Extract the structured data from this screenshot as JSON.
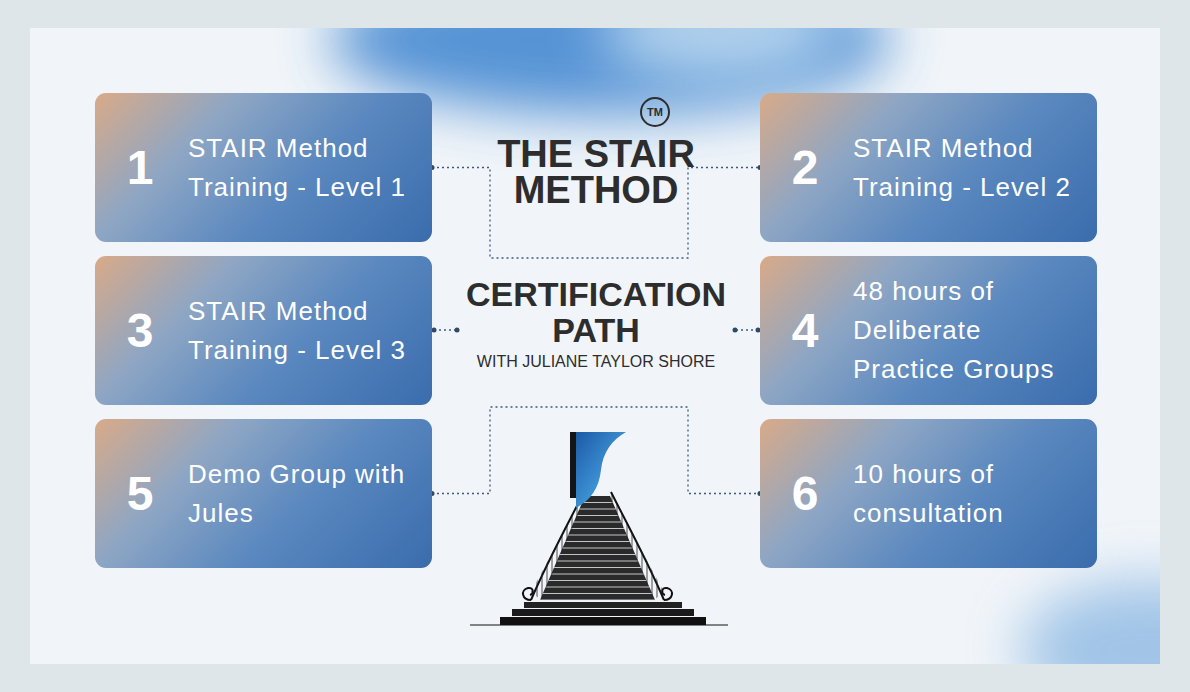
{
  "diagram": {
    "title": "THE STAIR METHOD",
    "nodes": [
      {
        "text": [
          "1",
          "STAIR Method Training - Level 1"
        ]
      },
      {
        "text": [
          "2",
          "STAIR Method Training - Level 2"
        ]
      },
      {
        "text": [
          "3",
          "STAIR Method Training - Level 3"
        ]
      },
      {
        "text": [
          "4",
          "48 hours of Deliberate Practice Groups"
        ]
      },
      {
        "text": [
          "5",
          "Demo Group with Jules"
        ]
      },
      {
        "text": [
          "6",
          "10 hours of consultation"
        ]
      }
    ],
    "edges": [
      {
        "from": 0,
        "to": 1,
        "arrow": "none"
      },
      {
        "from": 4,
        "to": 5,
        "arrow": "none"
      }
    ],
    "labels": [
      "TM",
      "CERTIFICATION PATH",
      "WITH JULIANE TAYLOR SHORE"
    ]
  }
}
